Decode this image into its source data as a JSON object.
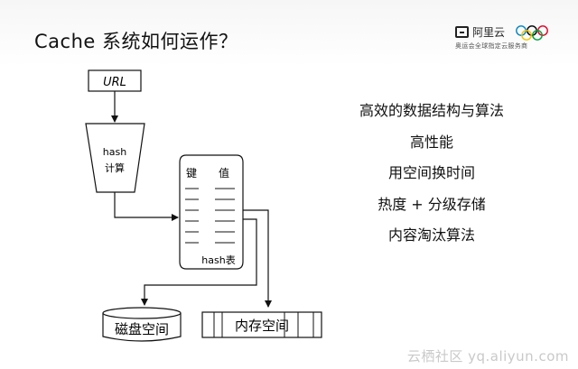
{
  "slide_title": "Cache 系统如何运作？",
  "logo": {
    "name": "阿里云",
    "subtitle": "奥运会全球指定云服务商",
    "icon": "olympic-rings-icon"
  },
  "diagram": {
    "url_box": "URL",
    "hash_compute": {
      "line1": "hash",
      "line2": "计算"
    },
    "hash_table": {
      "key_header": "键",
      "value_header": "值",
      "label": "hash表"
    },
    "disk": "磁盘空间",
    "memory": "内存空间"
  },
  "features": [
    "高效的数据结构与算法",
    "高性能",
    "用空间换时间",
    "热度 + 分级存储",
    "内容淘汰算法"
  ],
  "watermark": "云栖社区 yq.aliyun.com",
  "colors": {
    "line": "#111111",
    "text": "#111111",
    "watermark": "#c9c9c9",
    "olympic_rings": [
      "#0085c7",
      "#000000",
      "#df0024",
      "#f4c300",
      "#009f3d"
    ]
  }
}
